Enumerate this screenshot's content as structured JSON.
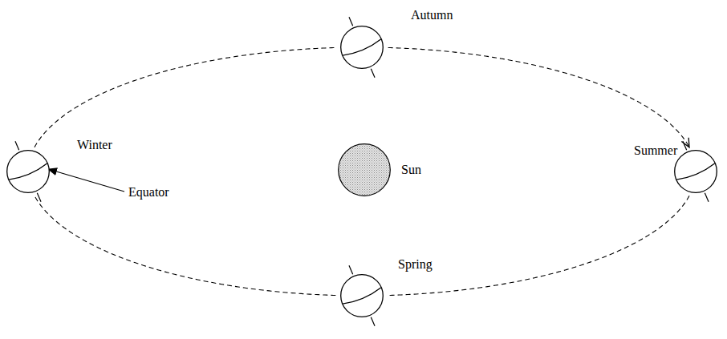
{
  "diagram": {
    "nodes": [
      {
        "text": [
          "Autumn"
        ]
      },
      {
        "text": [
          "Winter"
        ]
      },
      {
        "text": [
          "Sun"
        ]
      },
      {
        "text": [
          "Summer"
        ]
      },
      {
        "text": [
          "Spring"
        ]
      }
    ],
    "edges": [
      {
        "from": 1,
        "to": 0,
        "arrow": "none"
      },
      {
        "from": 0,
        "to": 3,
        "arrow": "to"
      },
      {
        "from": 3,
        "to": 4,
        "arrow": "none"
      },
      {
        "from": 4,
        "to": 1,
        "arrow": "none"
      }
    ],
    "labels": [
      "Equator"
    ]
  }
}
